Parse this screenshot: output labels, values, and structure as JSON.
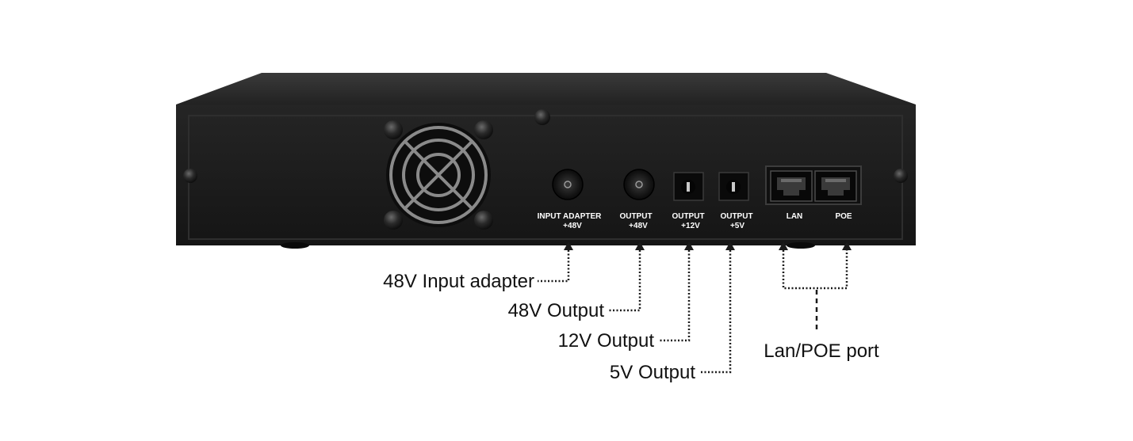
{
  "device": {
    "panel_labels": {
      "input_adapter": [
        "INPUT  ADAPTER",
        "+48V"
      ],
      "output_48v": [
        "OUTPUT",
        "+48V"
      ],
      "output_12v": [
        "OUTPUT",
        "+12V"
      ],
      "output_5v": [
        "OUTPUT",
        "+5V"
      ],
      "lan": "LAN",
      "poe": "POE"
    }
  },
  "callouts": {
    "input_adapter": "48V Input adapter",
    "output_48v": "48V Output",
    "output_12v": "12V Output",
    "output_5v": "5V Output",
    "lan_poe": "Lan/POE port"
  },
  "colors": {
    "chassis": "#1e1e1e",
    "chassis_top": "#2b2b2b",
    "panel": "#171717",
    "label_text": "#ffffff",
    "leader_line": "#1a1a1a"
  }
}
